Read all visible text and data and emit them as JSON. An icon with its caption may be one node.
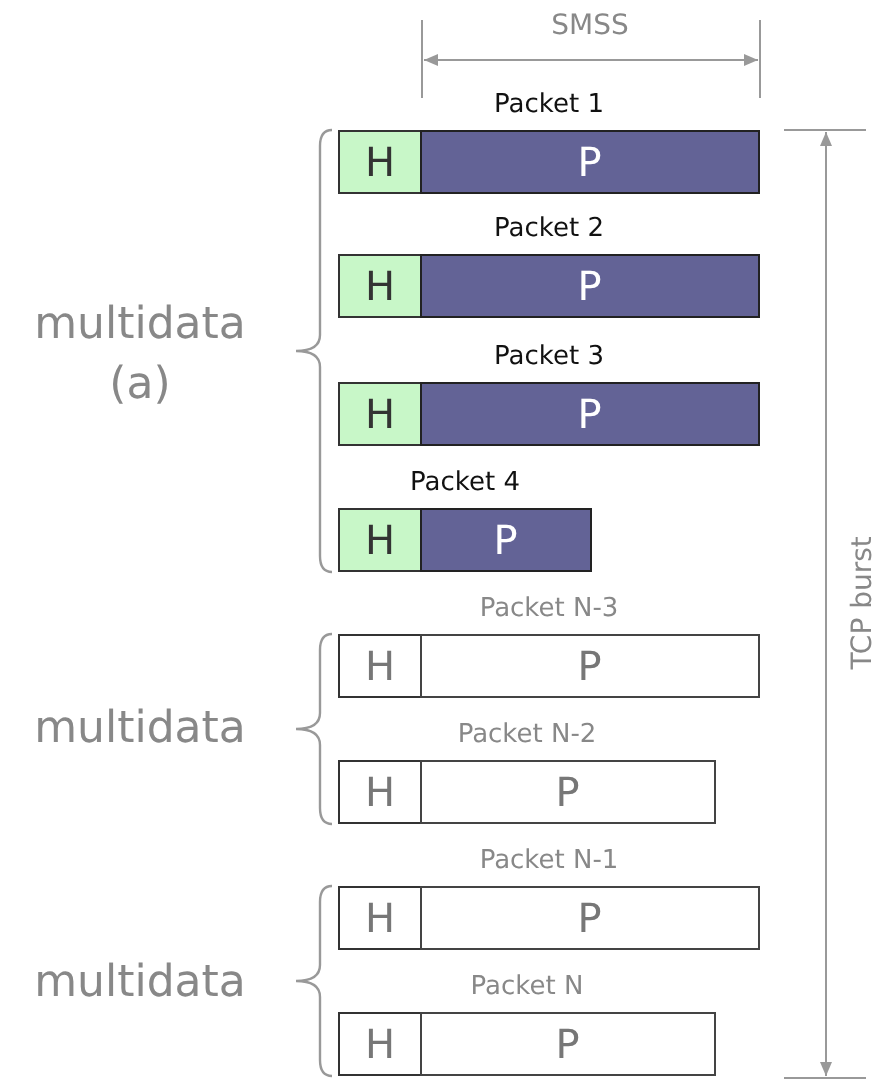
{
  "diagram": {
    "nodes": [
      {
        "text": [
          "Packet 1"
        ]
      },
      {
        "text": [
          "H"
        ],
        "in": 0
      },
      {
        "text": [
          "P"
        ],
        "in": 0
      },
      {
        "text": [
          "Packet 2"
        ]
      },
      {
        "text": [
          "H"
        ],
        "in": 3
      },
      {
        "text": [
          "P"
        ],
        "in": 3
      },
      {
        "text": [
          "Packet 3"
        ]
      },
      {
        "text": [
          "H"
        ],
        "in": 6
      },
      {
        "text": [
          "P"
        ],
        "in": 6
      },
      {
        "text": [
          "Packet 4"
        ]
      },
      {
        "text": [
          "H"
        ],
        "in": 9
      },
      {
        "text": [
          "P"
        ],
        "in": 9
      },
      {
        "text": [
          "Packet N-3"
        ]
      },
      {
        "text": [
          "H"
        ],
        "in": 12
      },
      {
        "text": [
          "P"
        ],
        "in": 12
      },
      {
        "text": [
          "Packet N-2"
        ]
      },
      {
        "text": [
          "H"
        ],
        "in": 15
      },
      {
        "text": [
          "P"
        ],
        "in": 15
      },
      {
        "text": [
          "Packet N-1"
        ]
      },
      {
        "text": [
          "H"
        ],
        "in": 18
      },
      {
        "text": [
          "P"
        ],
        "in": 18
      },
      {
        "text": [
          "Packet N"
        ]
      },
      {
        "text": [
          "H"
        ],
        "in": 21
      },
      {
        "text": [
          "P"
        ],
        "in": 21
      }
    ],
    "labels": [
      "SMSS",
      "multidata (a)",
      "TCP burst",
      "multidata",
      "multidata"
    ]
  }
}
